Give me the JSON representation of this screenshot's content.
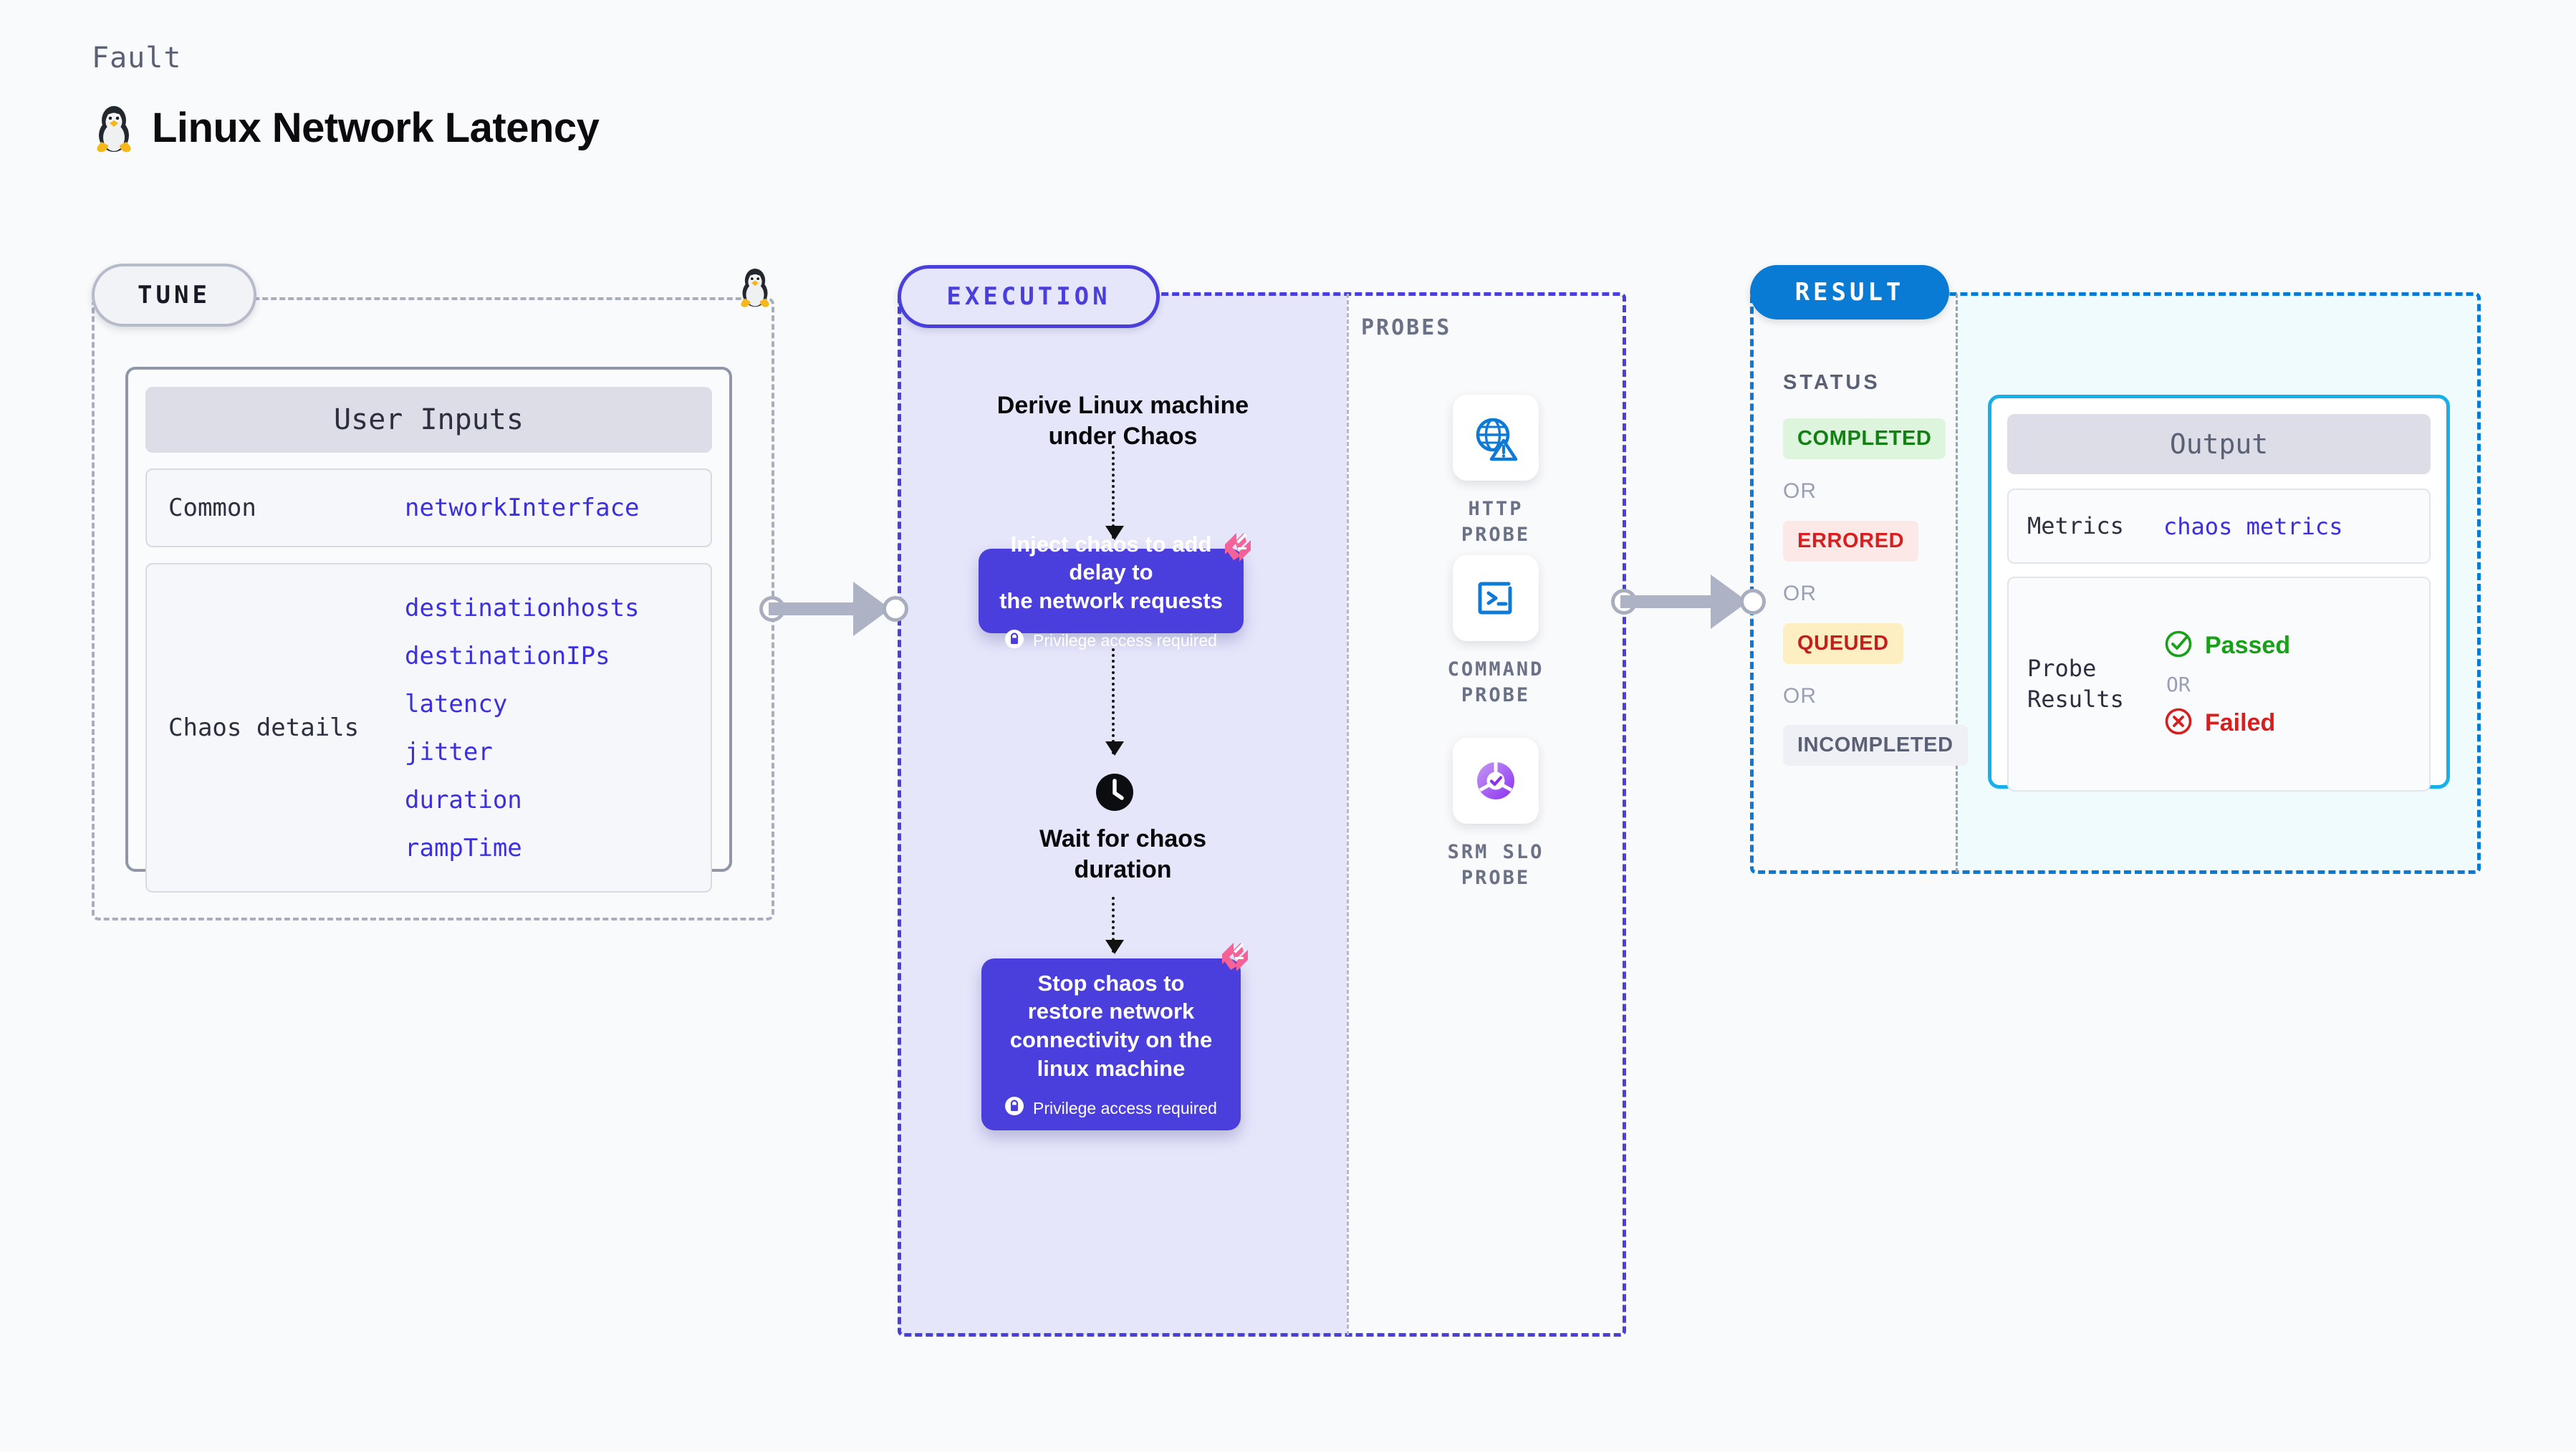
{
  "header": {
    "kicker": "Fault",
    "title": "Linux Network Latency",
    "icon": "tux-penguin-icon"
  },
  "tune": {
    "badge": "TUNE",
    "card_title": "User Inputs",
    "rows": [
      {
        "key": "Common",
        "values": [
          "networkInterface"
        ]
      },
      {
        "key": "Chaos details",
        "values": [
          "destinationhosts",
          "destinationIPs",
          "latency",
          "jitter",
          "duration",
          "rampTime"
        ]
      }
    ]
  },
  "execution": {
    "badge": "EXECUTION",
    "steps": {
      "derive": "Derive Linux machine\nunder Chaos",
      "inject": "Inject chaos to add delay to\nthe network requests",
      "wait": "Wait for chaos\nduration",
      "stop": "Stop chaos to\nrestore network\nconnectivity on the\nlinux machine"
    },
    "privilege_note": "Privilege access required",
    "icons": {
      "clock": "clock-icon",
      "lock": "lock-icon",
      "badge_mark": "harness-mark-icon"
    }
  },
  "probes": {
    "label": "PROBES",
    "items": [
      {
        "name": "HTTP PROBE",
        "icon": "globe-warning-icon"
      },
      {
        "name": "COMMAND PROBE",
        "icon": "terminal-icon"
      },
      {
        "name": "SRM SLO PROBE",
        "icon": "slo-donut-check-icon"
      }
    ]
  },
  "result": {
    "badge": "RESULT",
    "status_label": "STATUS",
    "or_text": "OR",
    "statuses": [
      {
        "text": "COMPLETED",
        "bg": "#dcf5dc",
        "fg": "#138013"
      },
      {
        "text": "ERRORED",
        "bg": "#fde8e8",
        "fg": "#d81f1f"
      },
      {
        "text": "QUEUED",
        "bg": "#fdefc2",
        "fg": "#c21f1f"
      },
      {
        "text": "INCOMPLETED",
        "bg": "#eff0f5",
        "fg": "#5b6175"
      }
    ],
    "output": {
      "title": "Output",
      "metrics_key": "Metrics",
      "metrics_value": "chaos metrics",
      "probe_results_key": "Probe\nResults",
      "passed": "Passed",
      "failed": "Failed",
      "or_text": "OR"
    }
  },
  "colors": {
    "accent_purple": "#4a3fdd",
    "accent_blue": "#0a7bd4",
    "accent_cyan": "#17b0ea",
    "pink_mark": "#f56298",
    "green": "#18a018",
    "red": "#d81f1f"
  }
}
